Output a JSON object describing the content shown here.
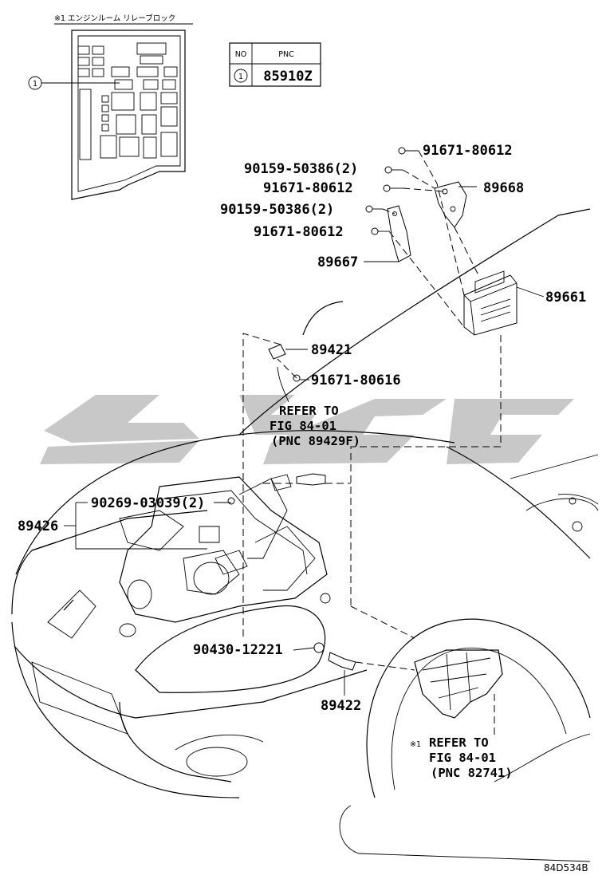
{
  "relay_block_note": "※1 エンジンルーム リレーブロック",
  "pnc_table": {
    "header_no": "NO",
    "header_pnc": "PNC",
    "row_no": "1",
    "row_pnc": "85910Z"
  },
  "callout_marker": "1",
  "part_labels": {
    "p_91671_80612_a": "91671-80612",
    "p_90159_50386_a": "90159-50386(2)",
    "p_89668": "89668",
    "p_91671_80612_b": "91671-80612",
    "p_90159_50386_b": "90159-50386(2)",
    "p_91671_80612_c": "91671-80612",
    "p_89667": "89667",
    "p_89661": "89661",
    "p_89421": "89421",
    "p_91671_80616": "91671-80616",
    "p_90269_03039": "90269-03039(2)",
    "p_89426": "89426",
    "p_90430_12221": "90430-12221",
    "p_89422": "89422"
  },
  "refer_a": {
    "line1": "REFER TO",
    "line2": "FIG 84-01",
    "line3": "(PNC 89429F)"
  },
  "refer_b": {
    "prefix": "※1",
    "line1": "REFER TO",
    "line2": "FIG 84-01",
    "line3": "(PNC 82741)"
  },
  "diagram_code": "84D534B",
  "colors": {
    "line": "#000000",
    "watermark": "#c8c8c8",
    "background": "#ffffff"
  }
}
